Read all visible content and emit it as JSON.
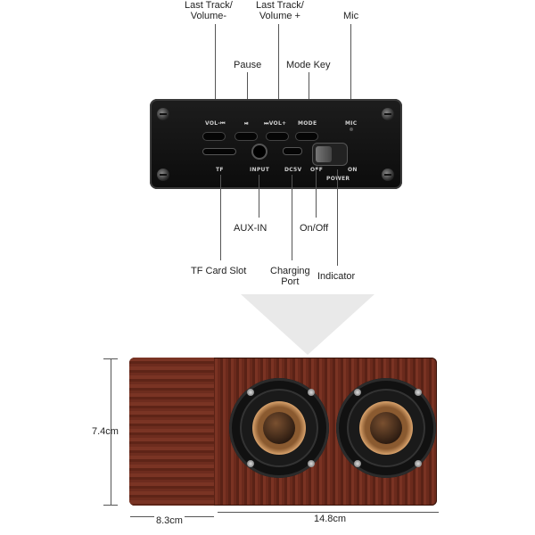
{
  "callouts": {
    "last_track_volume_minus": "Last Track/\nVolume-",
    "last_track_volume_plus": "Last Track/\nVolume +",
    "mic": "Mic",
    "pause": "Pause",
    "mode_key": "Mode Key",
    "aux_in": "AUX-IN",
    "on_off": "On/Off",
    "tf_card_slot": "TF Card Slot",
    "charging_port": "Charging\nPort",
    "indicator": "Indicator"
  },
  "panel_labels": {
    "vol": "VOL-⏮",
    "pause": "⏯",
    "volplus": "⏭VOL+",
    "mode": "MODE",
    "mic": "MIC",
    "tf": "TF",
    "input": "INPUT",
    "dc5v": "DC5V",
    "off": "OFF",
    "on": "ON",
    "power": "POWER"
  },
  "dimensions": {
    "height": "7.4cm",
    "depth": "8.3cm",
    "width": "14.8cm"
  },
  "colors": {
    "wood": "#6b2a1c",
    "panel": "#111111",
    "cone_ring": "#c08a55"
  }
}
